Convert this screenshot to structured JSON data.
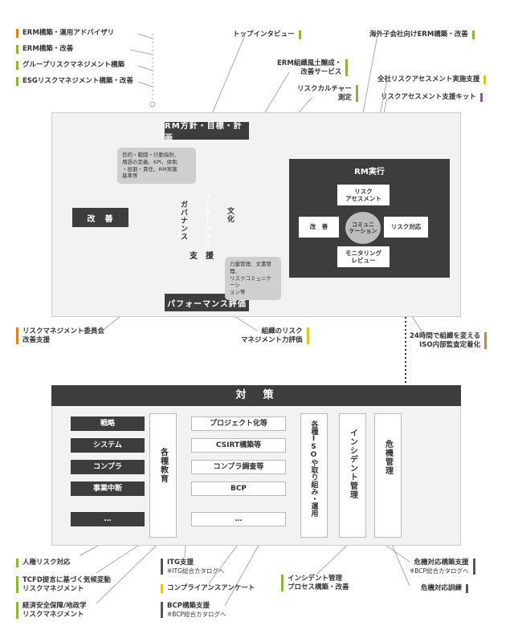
{
  "top_left_labels": [
    "ERM構築・運用アドバイザリ",
    "ERM構築・改善",
    "グループリスクマネジメント構築",
    "ESGリスクマネジメント構築・改善"
  ],
  "top_labels": {
    "top_interview": "トップインタビュー",
    "overseas": "海外子会社向けERM構築・改善",
    "erm_culture": [
      "ERM組織風土醸成・",
      "改善サービス"
    ],
    "risk_culture": [
      "リスクカルチャー",
      "測定"
    ],
    "company_assessment": "全社リスクアセスメント実施支援",
    "assessment_kit": "リスクアセスメント支援キット"
  },
  "cycle": {
    "plan": "RM方針・目標・計画",
    "improve": "改　善",
    "evaluate": "パフォーマンス評価",
    "support": "支　援",
    "governance": "ガバナンス",
    "leadership": "リーダーシップ",
    "culture": "文化",
    "note_top": [
      "目的・範囲・行動指針、",
      "用語の定義、KPI、体制",
      "・役割・責任、RM実施",
      "基準等"
    ],
    "note_bottom": [
      "力量管理、文書管理、",
      "リスクコミュニケーシ",
      "ョン等"
    ]
  },
  "rm_exec": {
    "title": "RM実行",
    "assessment": [
      "リスク",
      "アセスメント"
    ],
    "response": "リスク対応",
    "monitoring": [
      "モニタリング",
      "レビュー"
    ],
    "improve": "改　善",
    "communication": [
      "コミュニ",
      "ケーション"
    ]
  },
  "mid_labels": {
    "committee": [
      "リスクマネジメント委員会",
      "改善支援"
    ],
    "capability": [
      "組織のリスク",
      "マネジメント力評価"
    ],
    "iso_audit": [
      "24時間で組織を変える",
      "ISO内部監査定着化"
    ]
  },
  "taisaku": {
    "title": "対　策",
    "rows": [
      "戦略",
      "システム",
      "コンプラ",
      "事業中断",
      "…"
    ],
    "cells": [
      "プロジェクト化等",
      "CSIRT構築等",
      "コンプラ調査等",
      "BCP",
      "…"
    ],
    "col_education": "各種教育",
    "col_iso": "各種ISOや取り組み・運用",
    "col_incident": "インシデント管理",
    "col_crisis": "危機管理"
  },
  "bottom_left_labels": [
    "人権リスク対応",
    [
      "TCFD提言に基づく気候変動",
      "リスクマネジメント"
    ],
    [
      "経済安全保障/地政学",
      "リスクマネジメント"
    ]
  ],
  "bottom_mid_labels": {
    "itg": "ITG支援",
    "itg_sub": "※ITG総合カタログへ",
    "compliance": "コンプライアンスアンケート",
    "bcp": "BCP構築支援",
    "bcp_sub": "※BCP総合カタログへ",
    "incident": [
      "インシデント管理",
      "プロセス構築・改善"
    ]
  },
  "bottom_right_labels": {
    "crisis_build": "危機対応構築支援",
    "crisis_sub": "※BCP総合カタログへ",
    "crisis_training": "危機対応訓練"
  }
}
